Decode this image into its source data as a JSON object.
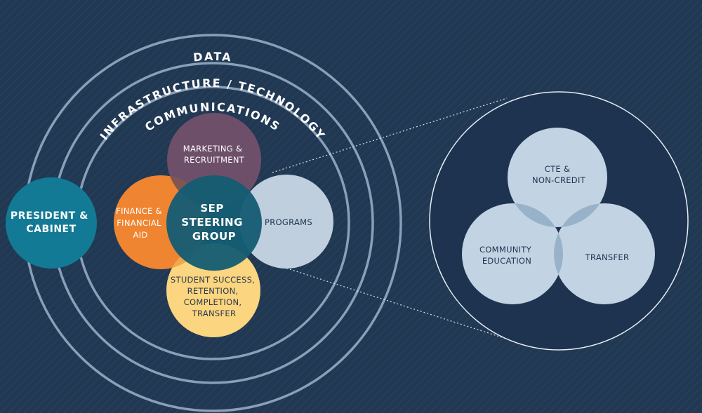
{
  "rings": {
    "outer": "DATA",
    "middle": "INFRASTRUCTURE / TECHNOLOGY",
    "inner": "COMMUNICATIONS"
  },
  "president": {
    "lines": [
      "PRESIDENT &",
      "CABINET"
    ],
    "color": "#137a96"
  },
  "marketing": {
    "lines": [
      "MARKETING &",
      "RECRUITMENT"
    ],
    "color": "#6e4f69"
  },
  "finance": {
    "lines": [
      "FINANCE &",
      "FINANCIAL",
      "AID"
    ],
    "color": "#ef8431"
  },
  "programs": {
    "lines": [
      "PROGRAMS"
    ],
    "color": "#bfcfdd"
  },
  "student": {
    "lines": [
      "STUDENT SUCCESS,",
      "RETENTION,",
      "COMPLETION,",
      "TRANSFER"
    ],
    "color": "#fbd57f"
  },
  "steering": {
    "lines": [
      "SEP",
      "STEERING",
      "GROUP"
    ],
    "color": "#155d72"
  },
  "detail": {
    "cte": {
      "lines": [
        "CTE &",
        "NON-CREDIT"
      ]
    },
    "community": {
      "lines": [
        "COMMUNITY",
        "EDUCATION"
      ]
    },
    "transfer": {
      "lines": [
        "TRANSFER"
      ]
    },
    "circle_color": "#c2d4e3",
    "overlap_color": "#98b3c9"
  },
  "colors": {
    "background": "#213852",
    "ring": "#8aa0b8",
    "detail_panel": "#1d3350"
  }
}
